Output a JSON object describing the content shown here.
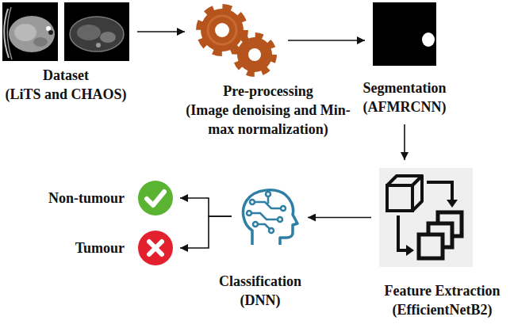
{
  "diagram": {
    "nodes": [
      {
        "text": [
          "Dataset",
          "(LiTS and CHAOS)"
        ]
      },
      {
        "text": [
          "Pre-processing",
          "(Image denoising and Min-max normalization)"
        ]
      },
      {
        "text": [
          "Segmentation",
          "(AFMRCNN)"
        ]
      },
      {
        "text": [
          "Feature Extraction",
          "(EfficientNetB2)"
        ]
      },
      {
        "text": [
          "Classification",
          "(DNN)"
        ]
      },
      {
        "text": [
          "Non-tumour"
        ]
      },
      {
        "text": [
          "Tumour"
        ]
      }
    ],
    "edges": [
      {
        "from": 0,
        "to": 1,
        "arrow": "to"
      },
      {
        "from": 1,
        "to": 2,
        "arrow": "to"
      },
      {
        "from": 2,
        "to": 3,
        "arrow": "to"
      },
      {
        "from": 3,
        "to": 4,
        "arrow": "to"
      },
      {
        "from": 4,
        "to": 5,
        "arrow": "to"
      },
      {
        "from": 4,
        "to": 6,
        "arrow": "to"
      }
    ]
  }
}
